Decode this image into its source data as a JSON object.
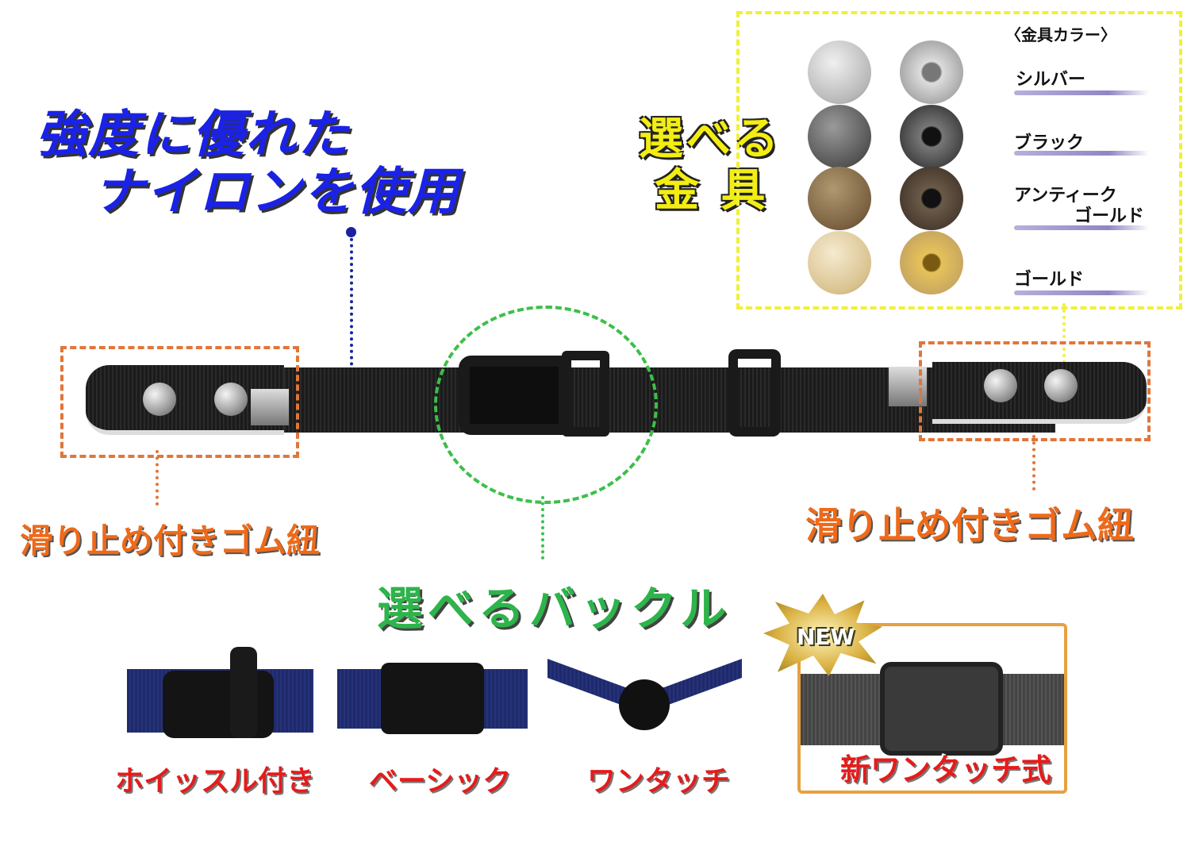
{
  "headline": {
    "line1": "強度に優れた",
    "line2": "ナイロンを使用"
  },
  "metal_heading": {
    "line1": "選べる",
    "line2": "金 具"
  },
  "metal_colors": {
    "title": "〈金具カラー〉",
    "items": [
      {
        "label": "シルバー",
        "color": "#c9c9c9"
      },
      {
        "label": "ブラック",
        "color": "#5a5a5a"
      },
      {
        "label": "アンティーク",
        "label2": "ゴールド",
        "color": "#8a7048"
      },
      {
        "label": "ゴールド",
        "color": "#e2cfa0"
      }
    ]
  },
  "elastic_label_left": "滑り止め付きゴム紐",
  "elastic_label_right": "滑り止め付きゴム紐",
  "buckle_heading": "選べるバックル",
  "buckles": [
    {
      "label": "ホイッスル付き"
    },
    {
      "label": "ベーシック"
    },
    {
      "label": "ワンタッチ"
    },
    {
      "label": "新ワンタッチ式",
      "badge": "NEW"
    }
  ],
  "colors": {
    "blue": "#1a22e8",
    "yellow": "#f3ee12",
    "orange": "#ee6a1a",
    "green": "#2db44a",
    "red": "#e41c1c"
  }
}
